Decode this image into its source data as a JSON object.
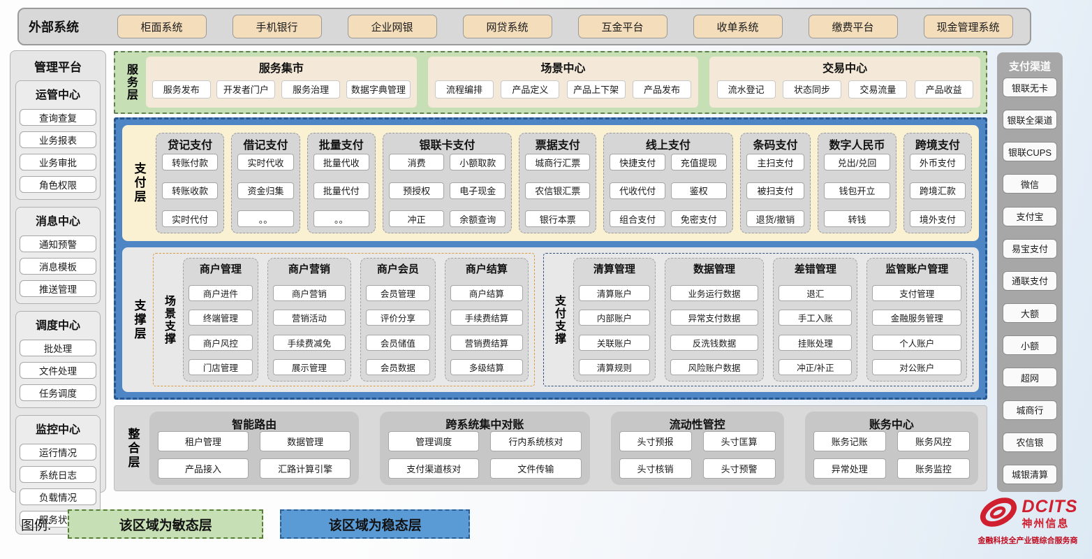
{
  "external": {
    "label": "外部系统",
    "systems": [
      "柜面系统",
      "手机银行",
      "企业网银",
      "网贷系统",
      "互金平台",
      "收单系统",
      "缴费平台",
      "现金管理系统"
    ]
  },
  "management": {
    "title": "管理平台",
    "groups": [
      {
        "title": "运管中心",
        "items": [
          "查询查复",
          "业务报表",
          "业务审批",
          "角色权限"
        ]
      },
      {
        "title": "消息中心",
        "items": [
          "通知预警",
          "消息模板",
          "推送管理"
        ]
      },
      {
        "title": "调度中心",
        "items": [
          "批处理",
          "文件处理",
          "任务调度"
        ]
      },
      {
        "title": "监控中心",
        "items": [
          "运行情况",
          "系统日志",
          "负载情况",
          "服务状态"
        ]
      }
    ]
  },
  "service_layer": {
    "label": "服务层",
    "groups": [
      {
        "title": "服务集市",
        "items": [
          "服务发布",
          "开发者门户",
          "服务治理",
          "数据字典管理"
        ]
      },
      {
        "title": "场景中心",
        "items": [
          "流程编排",
          "产品定义",
          "产品上下架",
          "产品发布"
        ]
      },
      {
        "title": "交易中心",
        "items": [
          "流水登记",
          "状态同步",
          "交易流量",
          "产品收益"
        ]
      }
    ]
  },
  "payment_layer": {
    "label": "支付层",
    "columns": [
      {
        "title": "贷记支付",
        "items": [
          "转账付款",
          "转账收款",
          "实时代付"
        ]
      },
      {
        "title": "借记支付",
        "items": [
          "实时代收",
          "资金归集",
          "。。"
        ]
      },
      {
        "title": "批量支付",
        "items": [
          "批量代收",
          "批量代付",
          "。。"
        ]
      },
      {
        "title": "银联卡支付",
        "items": [
          "消费",
          "小额取款",
          "预授权",
          "电子现金",
          "冲正",
          "余额查询"
        ]
      },
      {
        "title": "票据支付",
        "items": [
          "城商行汇票",
          "农信银汇票",
          "银行本票"
        ]
      },
      {
        "title": "线上支付",
        "items": [
          "快捷支付",
          "充值提现",
          "代收代付",
          "鉴权",
          "组合支付",
          "免密支付"
        ]
      },
      {
        "title": "条码支付",
        "items": [
          "主扫支付",
          "被扫支付",
          "退货/撤销"
        ]
      },
      {
        "title": "数字人民币",
        "items": [
          "兑出/兑回",
          "钱包开立",
          "转钱"
        ]
      },
      {
        "title": "跨境支付",
        "items": [
          "外币支付",
          "跨境汇款",
          "境外支付"
        ]
      }
    ]
  },
  "support_layer": {
    "label": "支撑层",
    "sections": [
      {
        "label": "场景支撑",
        "groups": [
          {
            "title": "商户管理",
            "items": [
              "商户进件",
              "终端管理",
              "商户风控",
              "门店管理"
            ]
          },
          {
            "title": "商户营销",
            "items": [
              "商户营销",
              "营销活动",
              "手续费减免",
              "展示管理"
            ]
          },
          {
            "title": "商户会员",
            "items": [
              "会员管理",
              "评价分享",
              "会员储值",
              "会员数据"
            ]
          },
          {
            "title": "商户结算",
            "items": [
              "商户结算",
              "手续费结算",
              "营销费结算",
              "多级结算"
            ]
          }
        ]
      },
      {
        "label": "支付支撑",
        "groups": [
          {
            "title": "清算管理",
            "items": [
              "清算账户",
              "内部账户",
              "关联账户",
              "清算规则"
            ]
          },
          {
            "title": "数据管理",
            "items": [
              "业务运行数据",
              "异常支付数据",
              "反洗钱数据",
              "风险账户数据"
            ]
          },
          {
            "title": "差错管理",
            "items": [
              "退汇",
              "手工入账",
              "挂账处理",
              "冲正/补正"
            ]
          },
          {
            "title": "监管账户管理",
            "items": [
              "支付管理",
              "金融服务管理",
              "个人账户",
              "对公账户"
            ]
          }
        ]
      }
    ]
  },
  "integration_layer": {
    "label": "整合层",
    "groups": [
      {
        "title": "智能路由",
        "items": [
          "租户管理",
          "数据管理",
          "产品接入",
          "汇路计算引擎"
        ]
      },
      {
        "title": "跨系统集中对账",
        "items": [
          "管理调度",
          "行内系统核对",
          "支付渠道核对",
          "文件传输"
        ]
      },
      {
        "title": "流动性管控",
        "items": [
          "头寸预报",
          "头寸匡算",
          "头寸核销",
          "头寸预警"
        ]
      },
      {
        "title": "账务中心",
        "items": [
          "账务记账",
          "账务风控",
          "异常处理",
          "账务监控"
        ]
      }
    ]
  },
  "channels": {
    "title": "支付渠道",
    "items": [
      "银联无卡",
      "银联全渠道",
      "银联CUPS",
      "微信",
      "支付宝",
      "易宝支付",
      "通联支付",
      "大额",
      "小额",
      "超网",
      "城商行",
      "农信银",
      "城银清算"
    ]
  },
  "legend": {
    "label": "图例:",
    "agile": "该区域为敏态层",
    "stable": "该区域为稳态层"
  },
  "logo": {
    "brand": "DCITS",
    "company": "神州信息",
    "tagline": "金融科技全产业链综合服务商"
  },
  "colors": {
    "agile_green": "#c6dfb4",
    "stable_blue": "#5b9bd5",
    "payment_band": "#faf1d2",
    "tan_button": "#f4ddbb",
    "brand_red": "#d01f2f"
  }
}
